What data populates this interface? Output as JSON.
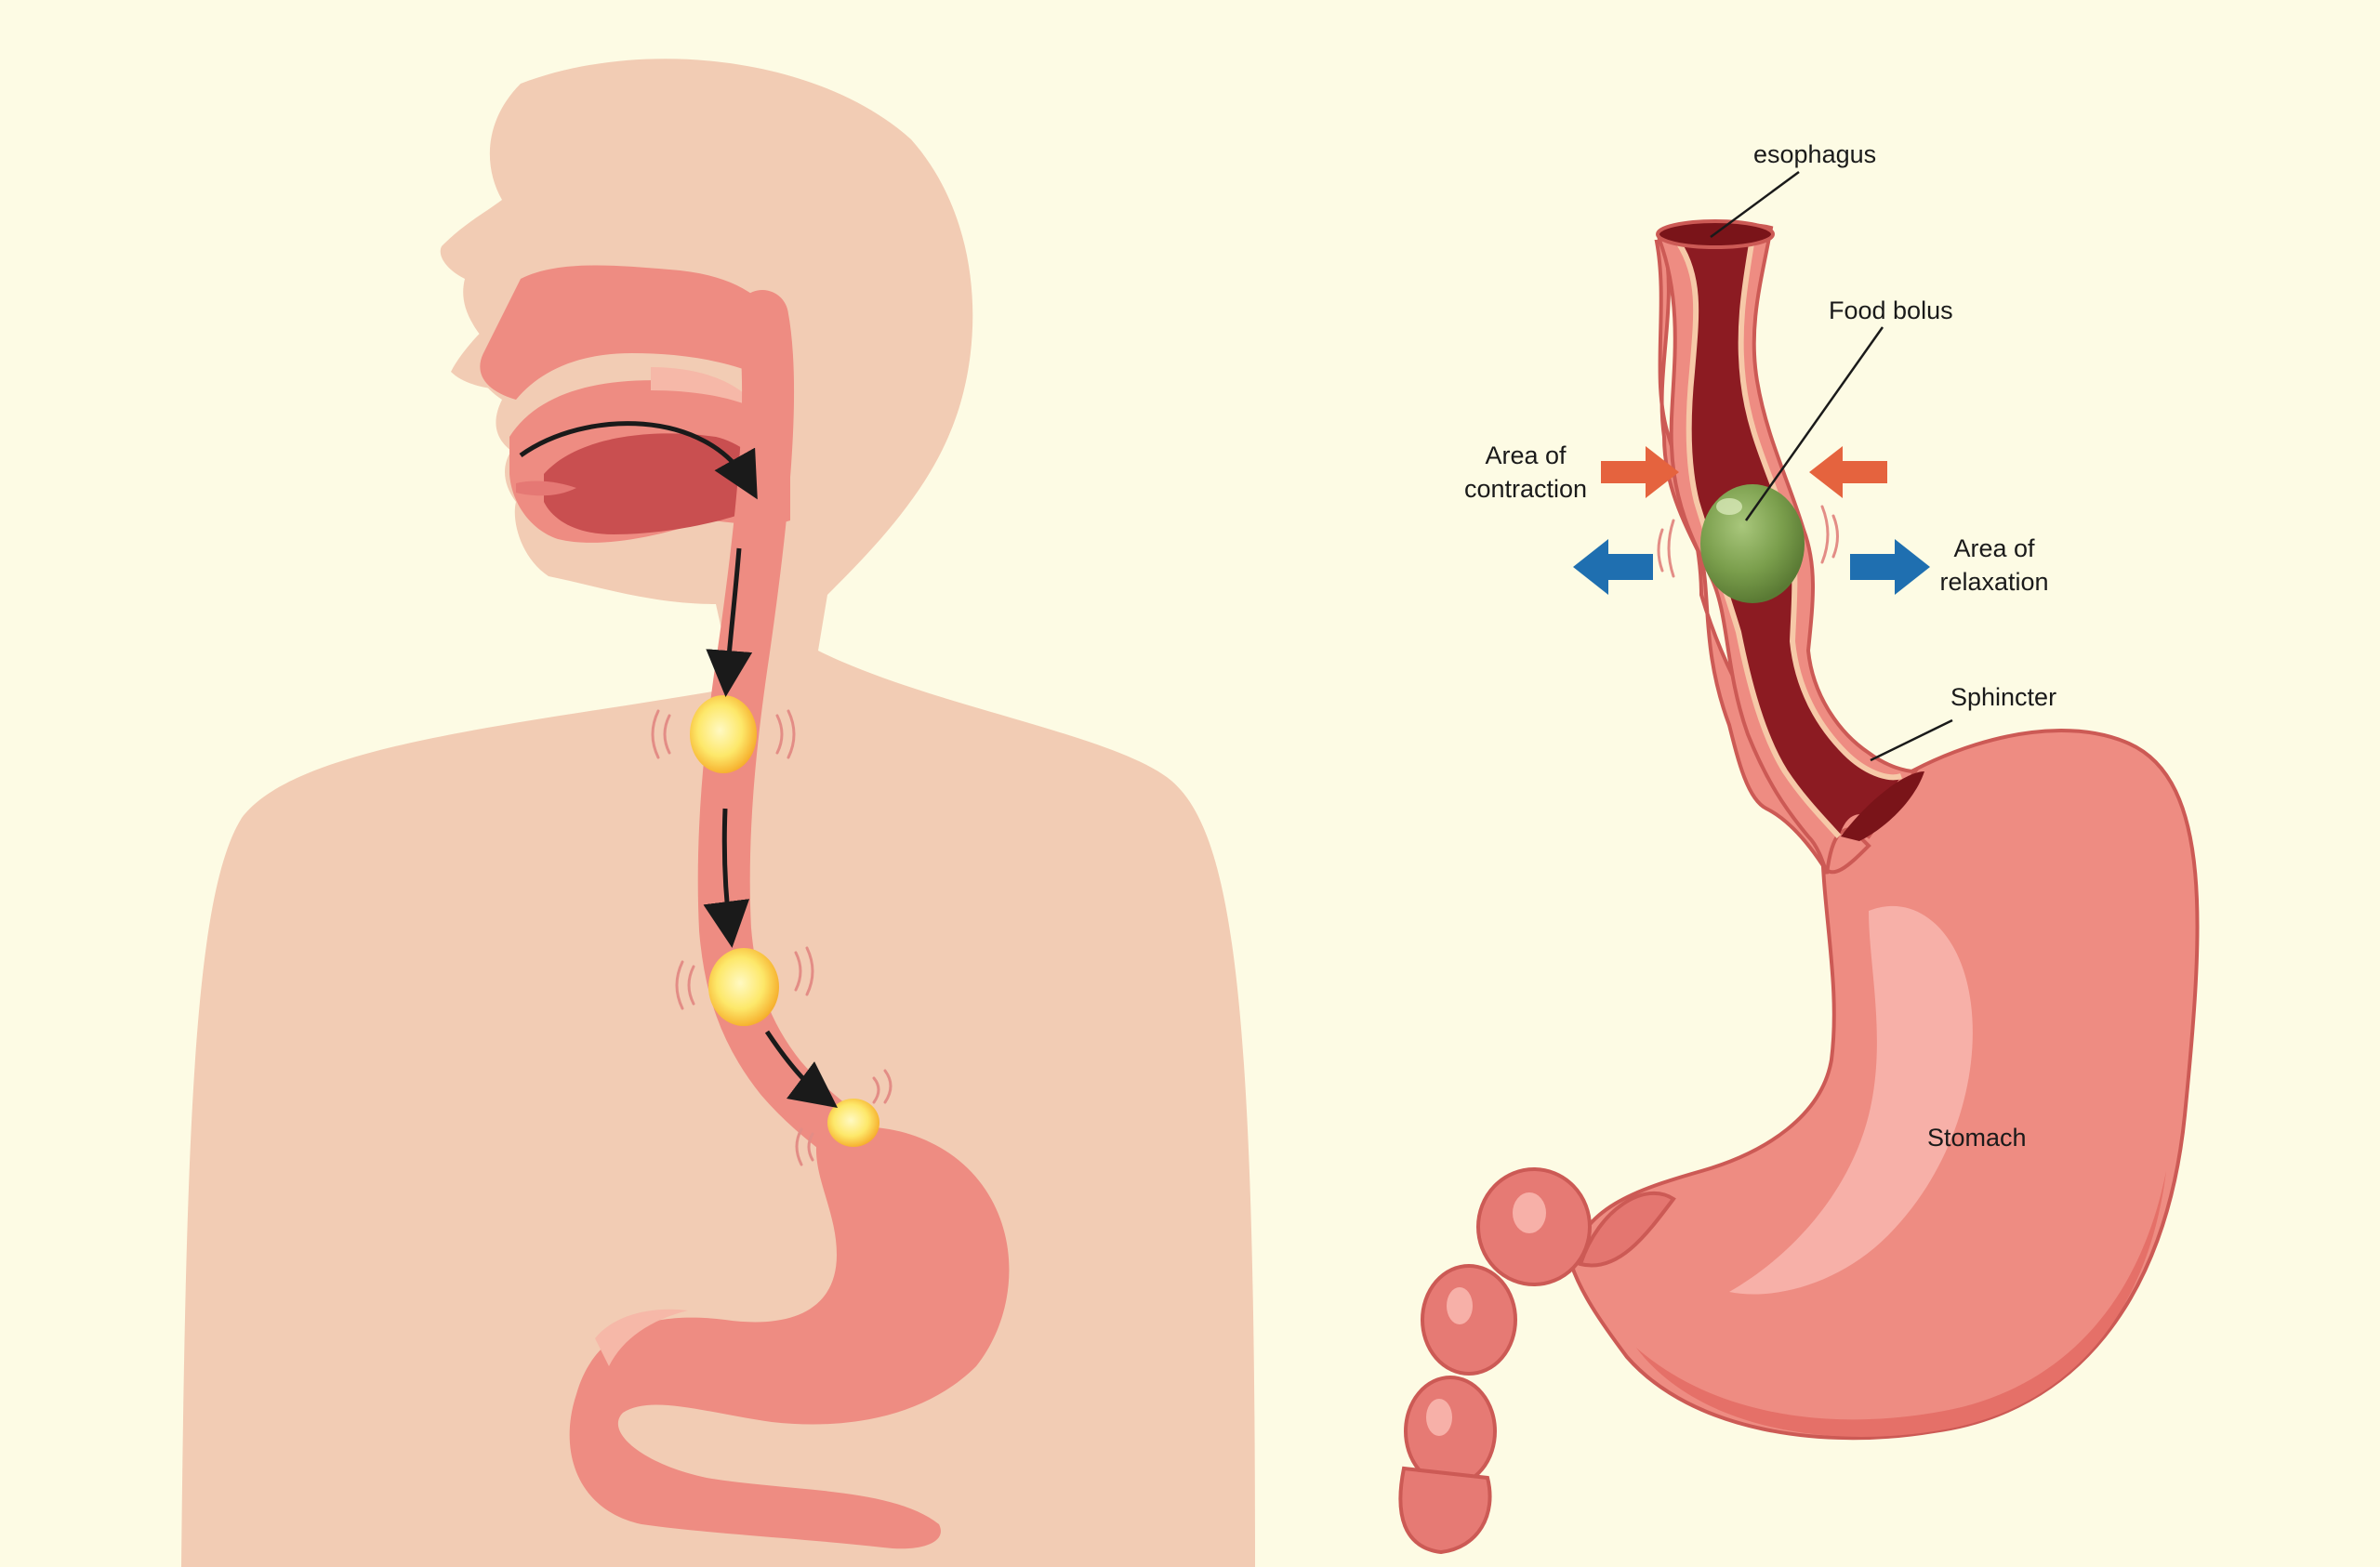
{
  "labels": {
    "esophagus": "esophagus",
    "food_bolus": "Food bolus",
    "area_contraction_1": "Area of",
    "area_contraction_2": "contraction",
    "area_relaxation_1": "Area of",
    "area_relaxation_2": "relaxation",
    "sphincter": "Sphincter",
    "stomach": "Stomach"
  },
  "colors": {
    "background": "#fdfbe4",
    "skin": "#f2ccb4",
    "tract": "#ee8c82",
    "tract_dark": "#cc5a55",
    "lumen": "#8c1b22",
    "bolus_yellow": "#fde86a",
    "bolus_green": "#7a9e4c",
    "contraction_arrow": "#e5633e",
    "relaxation_arrow": "#1f6fb0"
  }
}
